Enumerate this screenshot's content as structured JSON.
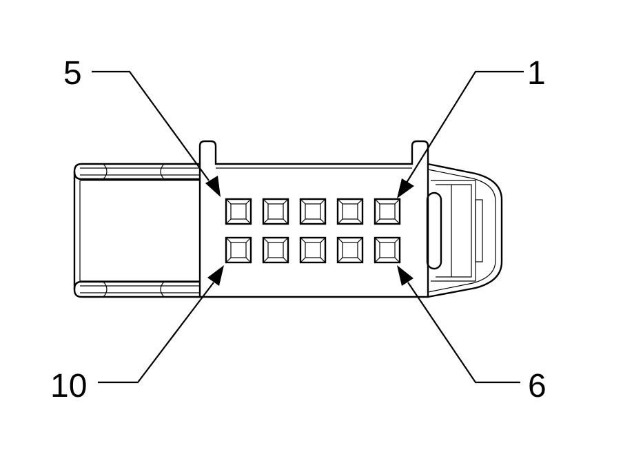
{
  "diagram": {
    "pin_labels": {
      "top_left": "5",
      "top_right": "1",
      "bottom_left": "10",
      "bottom_right": "6"
    },
    "rows": 2,
    "pins_per_row": 5
  }
}
